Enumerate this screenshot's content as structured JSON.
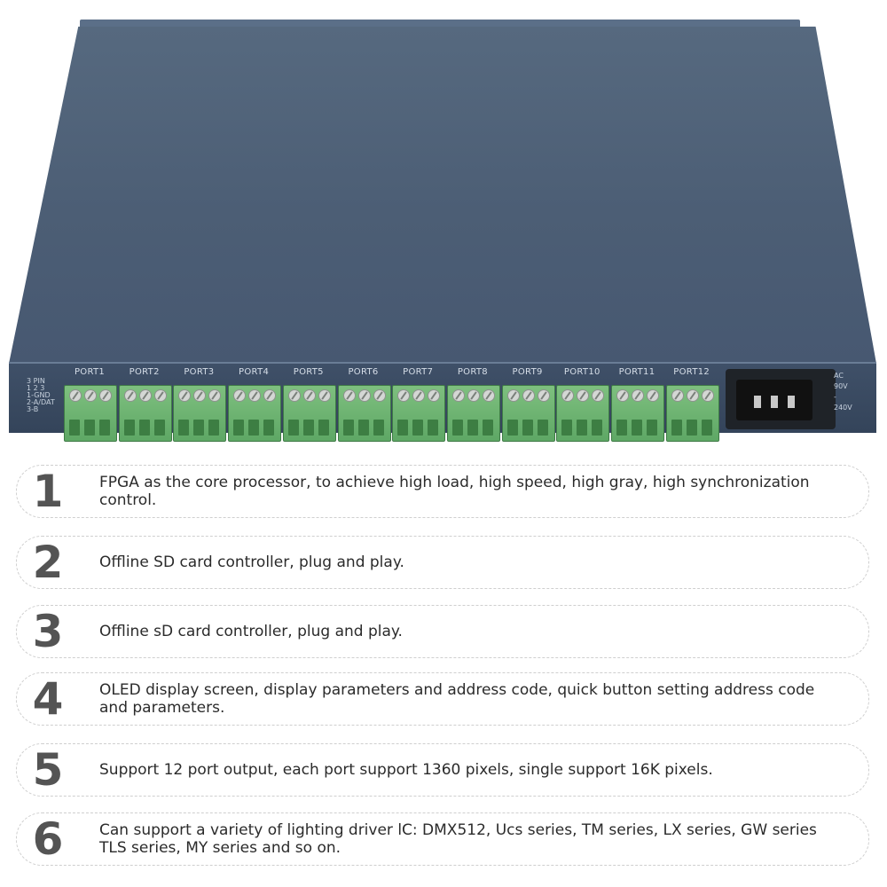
{
  "device": {
    "pin_legend": [
      "3 PIN",
      "1 2 3",
      "1-GND",
      "2-A/DAT",
      "3-B"
    ],
    "ports": [
      "PORT1",
      "PORT2",
      "PORT3",
      "PORT4",
      "PORT5",
      "PORT6",
      "PORT7",
      "PORT8",
      "PORT9",
      "PORT10",
      "PORT11",
      "PORT12"
    ],
    "power_labels": [
      "AC",
      "90V",
      "-",
      "240V"
    ]
  },
  "features": [
    {
      "number": "1",
      "text": "FPGA as the core processor, to achieve high load, high speed, high gray, high synchronization control."
    },
    {
      "number": "2",
      "text": "Offline SD card controller, plug and play."
    },
    {
      "number": "3",
      "text": "Offline sD card controller, plug and play."
    },
    {
      "number": "4",
      "text": "OLED display screen, display parameters and address code, quick button setting address code and parameters."
    },
    {
      "number": "5",
      "text": "Support 12 port output, each port support 1360 pixels, single support 16K pixels."
    },
    {
      "number": "6",
      "text": "Can support a variety of lighting driver lC: DMX512, Ucs series, TM series, LX series, GW series TLS series, MY series and so on."
    }
  ]
}
